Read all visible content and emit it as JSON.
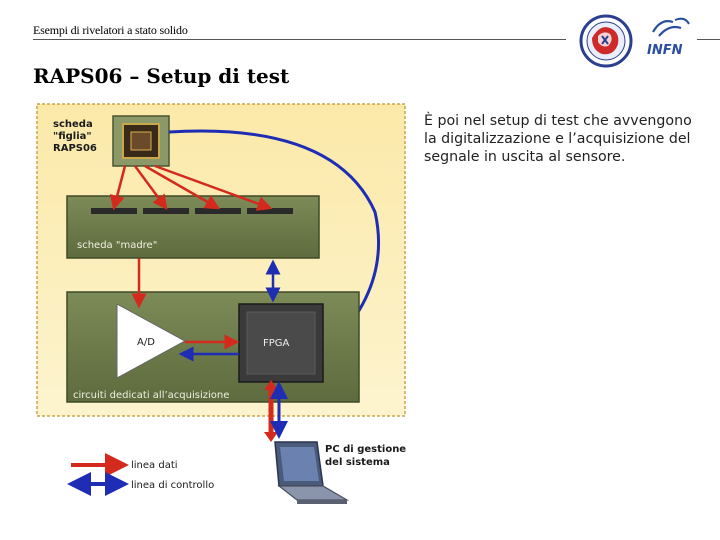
{
  "header": {
    "text": "Esempi di rivelatori a stato solido",
    "logos": [
      "university-seal-logo",
      "infn-logo"
    ],
    "infn_label": "INFN"
  },
  "slide": {
    "title": "RAPS06 – Setup di test",
    "body": "È poi nel setup di test che avvengono la digitalizzazione e l’acquisizione del segnale in uscita al sensore."
  },
  "diagram": {
    "daughter_board_label_1": "scheda",
    "daughter_board_label_2": "\"figlia\"",
    "daughter_board_label_3": "RAPS06",
    "mother_board_label": "scheda \"madre\"",
    "adc_label": "A/D",
    "fpga_label": "FPGA",
    "acquisition_label": "circuiti dedicati all’acquisizione",
    "pc_label_1": "PC di gestione",
    "pc_label_2": "del sistema",
    "legend": [
      {
        "label": "linea dati",
        "color": "#d42a1e"
      },
      {
        "label": "linea di controllo",
        "color": "#1e2db4"
      }
    ],
    "colors": {
      "background": "#fbeeb0",
      "board_green": "#6d7c4b",
      "data_line": "#d42a1e",
      "control_line": "#1e2db4"
    }
  }
}
